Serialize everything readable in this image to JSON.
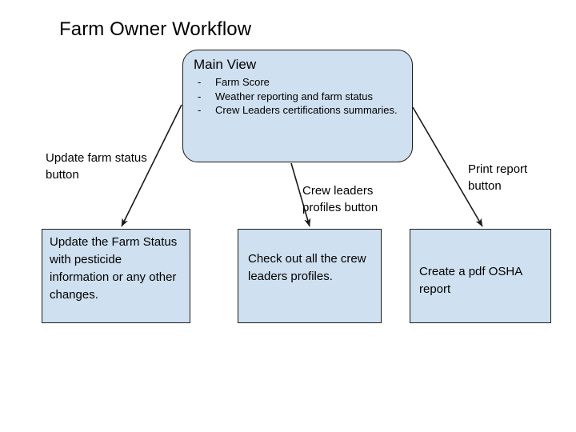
{
  "slide": {
    "title": "Farm Owner Workflow",
    "background_color": "#ffffff",
    "node_fill_color": "#cfe0f0",
    "node_border_color": "#1a1a1a",
    "text_color": "#000000"
  },
  "main_node": {
    "title": "Main View",
    "bullet_marker": "-",
    "bullets": [
      "Farm Score",
      "Weather reporting and farm status",
      "Crew Leaders certifications summaries."
    ]
  },
  "edges": [
    {
      "id": "edge-update-farm-status",
      "label": "Update farm status button",
      "from": "main-view",
      "to": "node-update-status"
    },
    {
      "id": "edge-crew-leaders-profiles",
      "label": "Crew leaders profiles button",
      "from": "main-view",
      "to": "node-crew-profiles"
    },
    {
      "id": "edge-print-report",
      "label": "Print report button",
      "from": "main-view",
      "to": "node-osha-report"
    }
  ],
  "outcome_nodes": [
    {
      "id": "node-update-status",
      "text": "Update the Farm Status with pesticide information or any other changes."
    },
    {
      "id": "node-crew-profiles",
      "text": "Check out all the crew leaders profiles."
    },
    {
      "id": "node-osha-report",
      "text": "Create a pdf OSHA report"
    }
  ]
}
